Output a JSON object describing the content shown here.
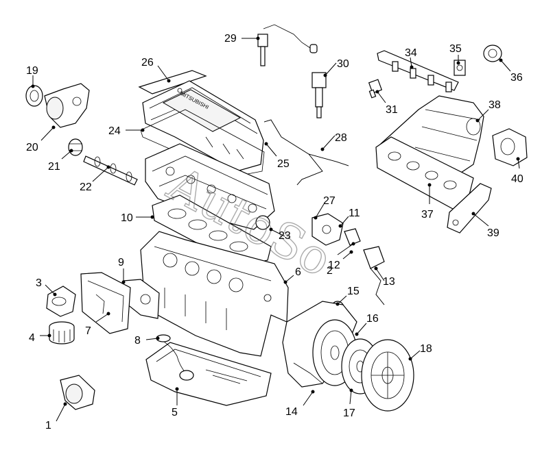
{
  "diagram": {
    "watermark": "AutoSo",
    "brand_on_cover": "MITSUBISHI",
    "callouts": [
      {
        "id": "1",
        "label": "1"
      },
      {
        "id": "2",
        "label": "2"
      },
      {
        "id": "3",
        "label": "3"
      },
      {
        "id": "4",
        "label": "4"
      },
      {
        "id": "5",
        "label": "5"
      },
      {
        "id": "6",
        "label": "6"
      },
      {
        "id": "7",
        "label": "7"
      },
      {
        "id": "8",
        "label": "8"
      },
      {
        "id": "9",
        "label": "9"
      },
      {
        "id": "10",
        "label": "10"
      },
      {
        "id": "11",
        "label": "11"
      },
      {
        "id": "12",
        "label": "12"
      },
      {
        "id": "13",
        "label": "13"
      },
      {
        "id": "14",
        "label": "14"
      },
      {
        "id": "15",
        "label": "15"
      },
      {
        "id": "16",
        "label": "16"
      },
      {
        "id": "17",
        "label": "17"
      },
      {
        "id": "18",
        "label": "18"
      },
      {
        "id": "19",
        "label": "19"
      },
      {
        "id": "20",
        "label": "20"
      },
      {
        "id": "21",
        "label": "21"
      },
      {
        "id": "22",
        "label": "22"
      },
      {
        "id": "23",
        "label": "23"
      },
      {
        "id": "24",
        "label": "24"
      },
      {
        "id": "25",
        "label": "25"
      },
      {
        "id": "26",
        "label": "26"
      },
      {
        "id": "27",
        "label": "27"
      },
      {
        "id": "28",
        "label": "28"
      },
      {
        "id": "29",
        "label": "29"
      },
      {
        "id": "30",
        "label": "30"
      },
      {
        "id": "31",
        "label": "31"
      },
      {
        "id": "34",
        "label": "34"
      },
      {
        "id": "35",
        "label": "35"
      },
      {
        "id": "36",
        "label": "36"
      },
      {
        "id": "37",
        "label": "37"
      },
      {
        "id": "38",
        "label": "38"
      },
      {
        "id": "39",
        "label": "39"
      },
      {
        "id": "40",
        "label": "40"
      }
    ]
  }
}
